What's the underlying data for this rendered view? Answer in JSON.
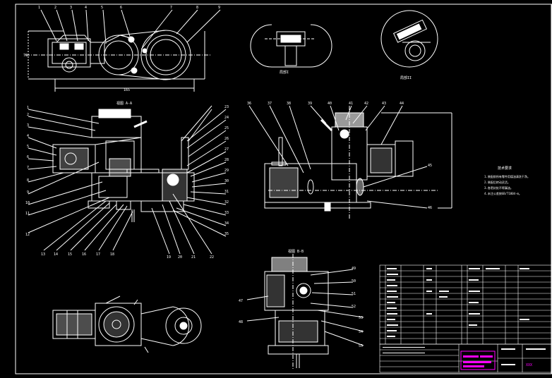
{
  "app": {
    "accent_color": "#ffffff",
    "background_color": "#000000",
    "highlight_color": "#ff00ff"
  },
  "views": {
    "view_a": {
      "label": "视图 A-A"
    },
    "view_b": {
      "label": "视图 B-B"
    },
    "detail_1": {
      "label": "局部I"
    },
    "detail_2": {
      "label": "局部II"
    }
  },
  "tech_notes": {
    "title": "技术要求",
    "lines": [
      "1.装配前所有零件用煤油清洗干净。",
      "2.装配后转动灵活。",
      "3.各密封处不得漏油。",
      "4.未注公差按GB/T1804-m。"
    ]
  },
  "title_block": {
    "highlight_text": "XXX"
  }
}
